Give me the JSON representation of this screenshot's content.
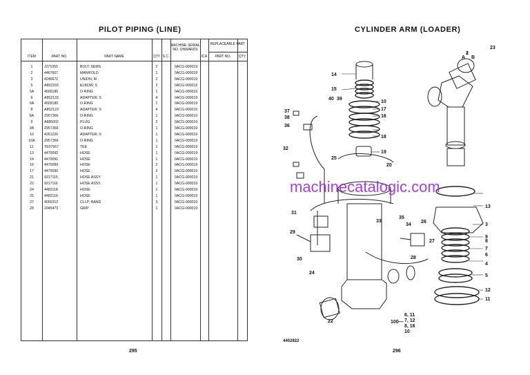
{
  "left_page": {
    "title": "PILOT PIPING (LINE)",
    "page_number": "295",
    "headers": {
      "item": "ITEM",
      "part_no": "PART NO.",
      "part_name": "PART NAME",
      "qty": "QTY",
      "sc": "S.C.",
      "serial": "MACHINE SERIAL NO. ONWARDS",
      "ica": "ICA",
      "replaceable": "REPLACEABLE PART",
      "rep_part_no": "PART NO.",
      "rep_qty": "QTY"
    },
    "rows": [
      {
        "item": "1",
        "part_no": "J271055",
        "name": "BOLT; SEMS",
        "qty": "2",
        "serial": "0ACG-000019"
      },
      {
        "item": "2",
        "part_no": "4467607",
        "name": "MANIFOLD",
        "qty": "1",
        "serial": "0ACG-000019"
      },
      {
        "item": "3",
        "part_no": "4246672",
        "name": "UNION; M",
        "qty": "2",
        "serial": "0ACG-000019"
      },
      {
        "item": "5",
        "part_no": "A852333",
        "name": "ELBOW; S",
        "qty": "2",
        "serial": "0ACG-000019"
      },
      {
        "item": "5A",
        "part_no": "4509180",
        "name": "O-RING",
        "qty": "1",
        "serial": "0ACG-000019"
      },
      {
        "item": "6",
        "part_no": "A852133",
        "name": "ADAPTER; S",
        "qty": "4",
        "serial": "0ACG-000019"
      },
      {
        "item": "6A",
        "part_no": "4509180",
        "name": "O-RING",
        "qty": "1",
        "serial": "0ACG-000019"
      },
      {
        "item": "8",
        "part_no": "A852123",
        "name": "ADAPTER; S",
        "qty": "4",
        "serial": "0ACG-000019"
      },
      {
        "item": "8A",
        "part_no": "Z957366",
        "name": "O-RING",
        "qty": "1",
        "serial": "0ACG-000019"
      },
      {
        "item": "9",
        "part_no": "A885002",
        "name": "PLUG",
        "qty": "2",
        "serial": "0ACG-000019"
      },
      {
        "item": "9A",
        "part_no": "Z957366",
        "name": "O-RING",
        "qty": "1",
        "serial": "0ACG-000019"
      },
      {
        "item": "10",
        "part_no": "4261226",
        "name": "ADAPTER; S",
        "qty": "1",
        "serial": "0ACG-000019"
      },
      {
        "item": "10A",
        "part_no": "Z957366",
        "name": "O-RING",
        "qty": "1",
        "serial": "0ACG-000019"
      },
      {
        "item": "11",
        "part_no": "TE07667",
        "name": "TEE",
        "qty": "1",
        "serial": "0ACG-000019"
      },
      {
        "item": "13",
        "part_no": "4470092",
        "name": "HOSE",
        "qty": "1",
        "serial": "0ACG-000019"
      },
      {
        "item": "14",
        "part_no": "4470091",
        "name": "HOSE",
        "qty": "1",
        "serial": "0ACG-000019"
      },
      {
        "item": "16",
        "part_no": "4470089",
        "name": "HOSE",
        "qty": "2",
        "serial": "0ACG-000019"
      },
      {
        "item": "17",
        "part_no": "4470090",
        "name": "HOSE",
        "qty": "2",
        "serial": "0ACG-000019"
      },
      {
        "item": "21",
        "part_no": "9217115",
        "name": "HOSE ASSY.",
        "qty": "1",
        "serial": "0ACG-000019"
      },
      {
        "item": "22",
        "part_no": "9217116",
        "name": "HOSE ASSY.",
        "qty": "1",
        "serial": "0ACG-000019"
      },
      {
        "item": "24",
        "part_no": "4483118",
        "name": "HOSE",
        "qty": "1",
        "serial": "0ACG-000019"
      },
      {
        "item": "25",
        "part_no": "4483119",
        "name": "HOSE",
        "qty": "1",
        "serial": "0ACG-000019"
      },
      {
        "item": "27",
        "part_no": "4055312",
        "name": "CLLP; BAND",
        "qty": "3",
        "serial": "0ACG-000019"
      },
      {
        "item": "28",
        "part_no": "2045473",
        "name": "GRIP",
        "qty": "1",
        "serial": "0ACG-000019"
      }
    ]
  },
  "right_page": {
    "title": "CYLINDER ARM (LOADER)",
    "page_number": "296",
    "figure_ref": "4402822",
    "watermark": "machinecatalogic.com",
    "callouts": [
      "1",
      "2",
      "3",
      "4",
      "5",
      "6",
      "7",
      "8",
      "9",
      "10",
      "11",
      "12",
      "13",
      "14",
      "15",
      "16",
      "17",
      "18",
      "19",
      "20",
      "22",
      "23",
      "24",
      "25",
      "26",
      "27",
      "28",
      "29",
      "30",
      "31",
      "32",
      "33",
      "34",
      "35",
      "36",
      "37",
      "38",
      "39",
      "40",
      "A",
      "B"
    ],
    "kit_note": {
      "prefix": "100",
      "lines": [
        "6, 11",
        "7, 12",
        "8, 16",
        "10"
      ]
    }
  }
}
